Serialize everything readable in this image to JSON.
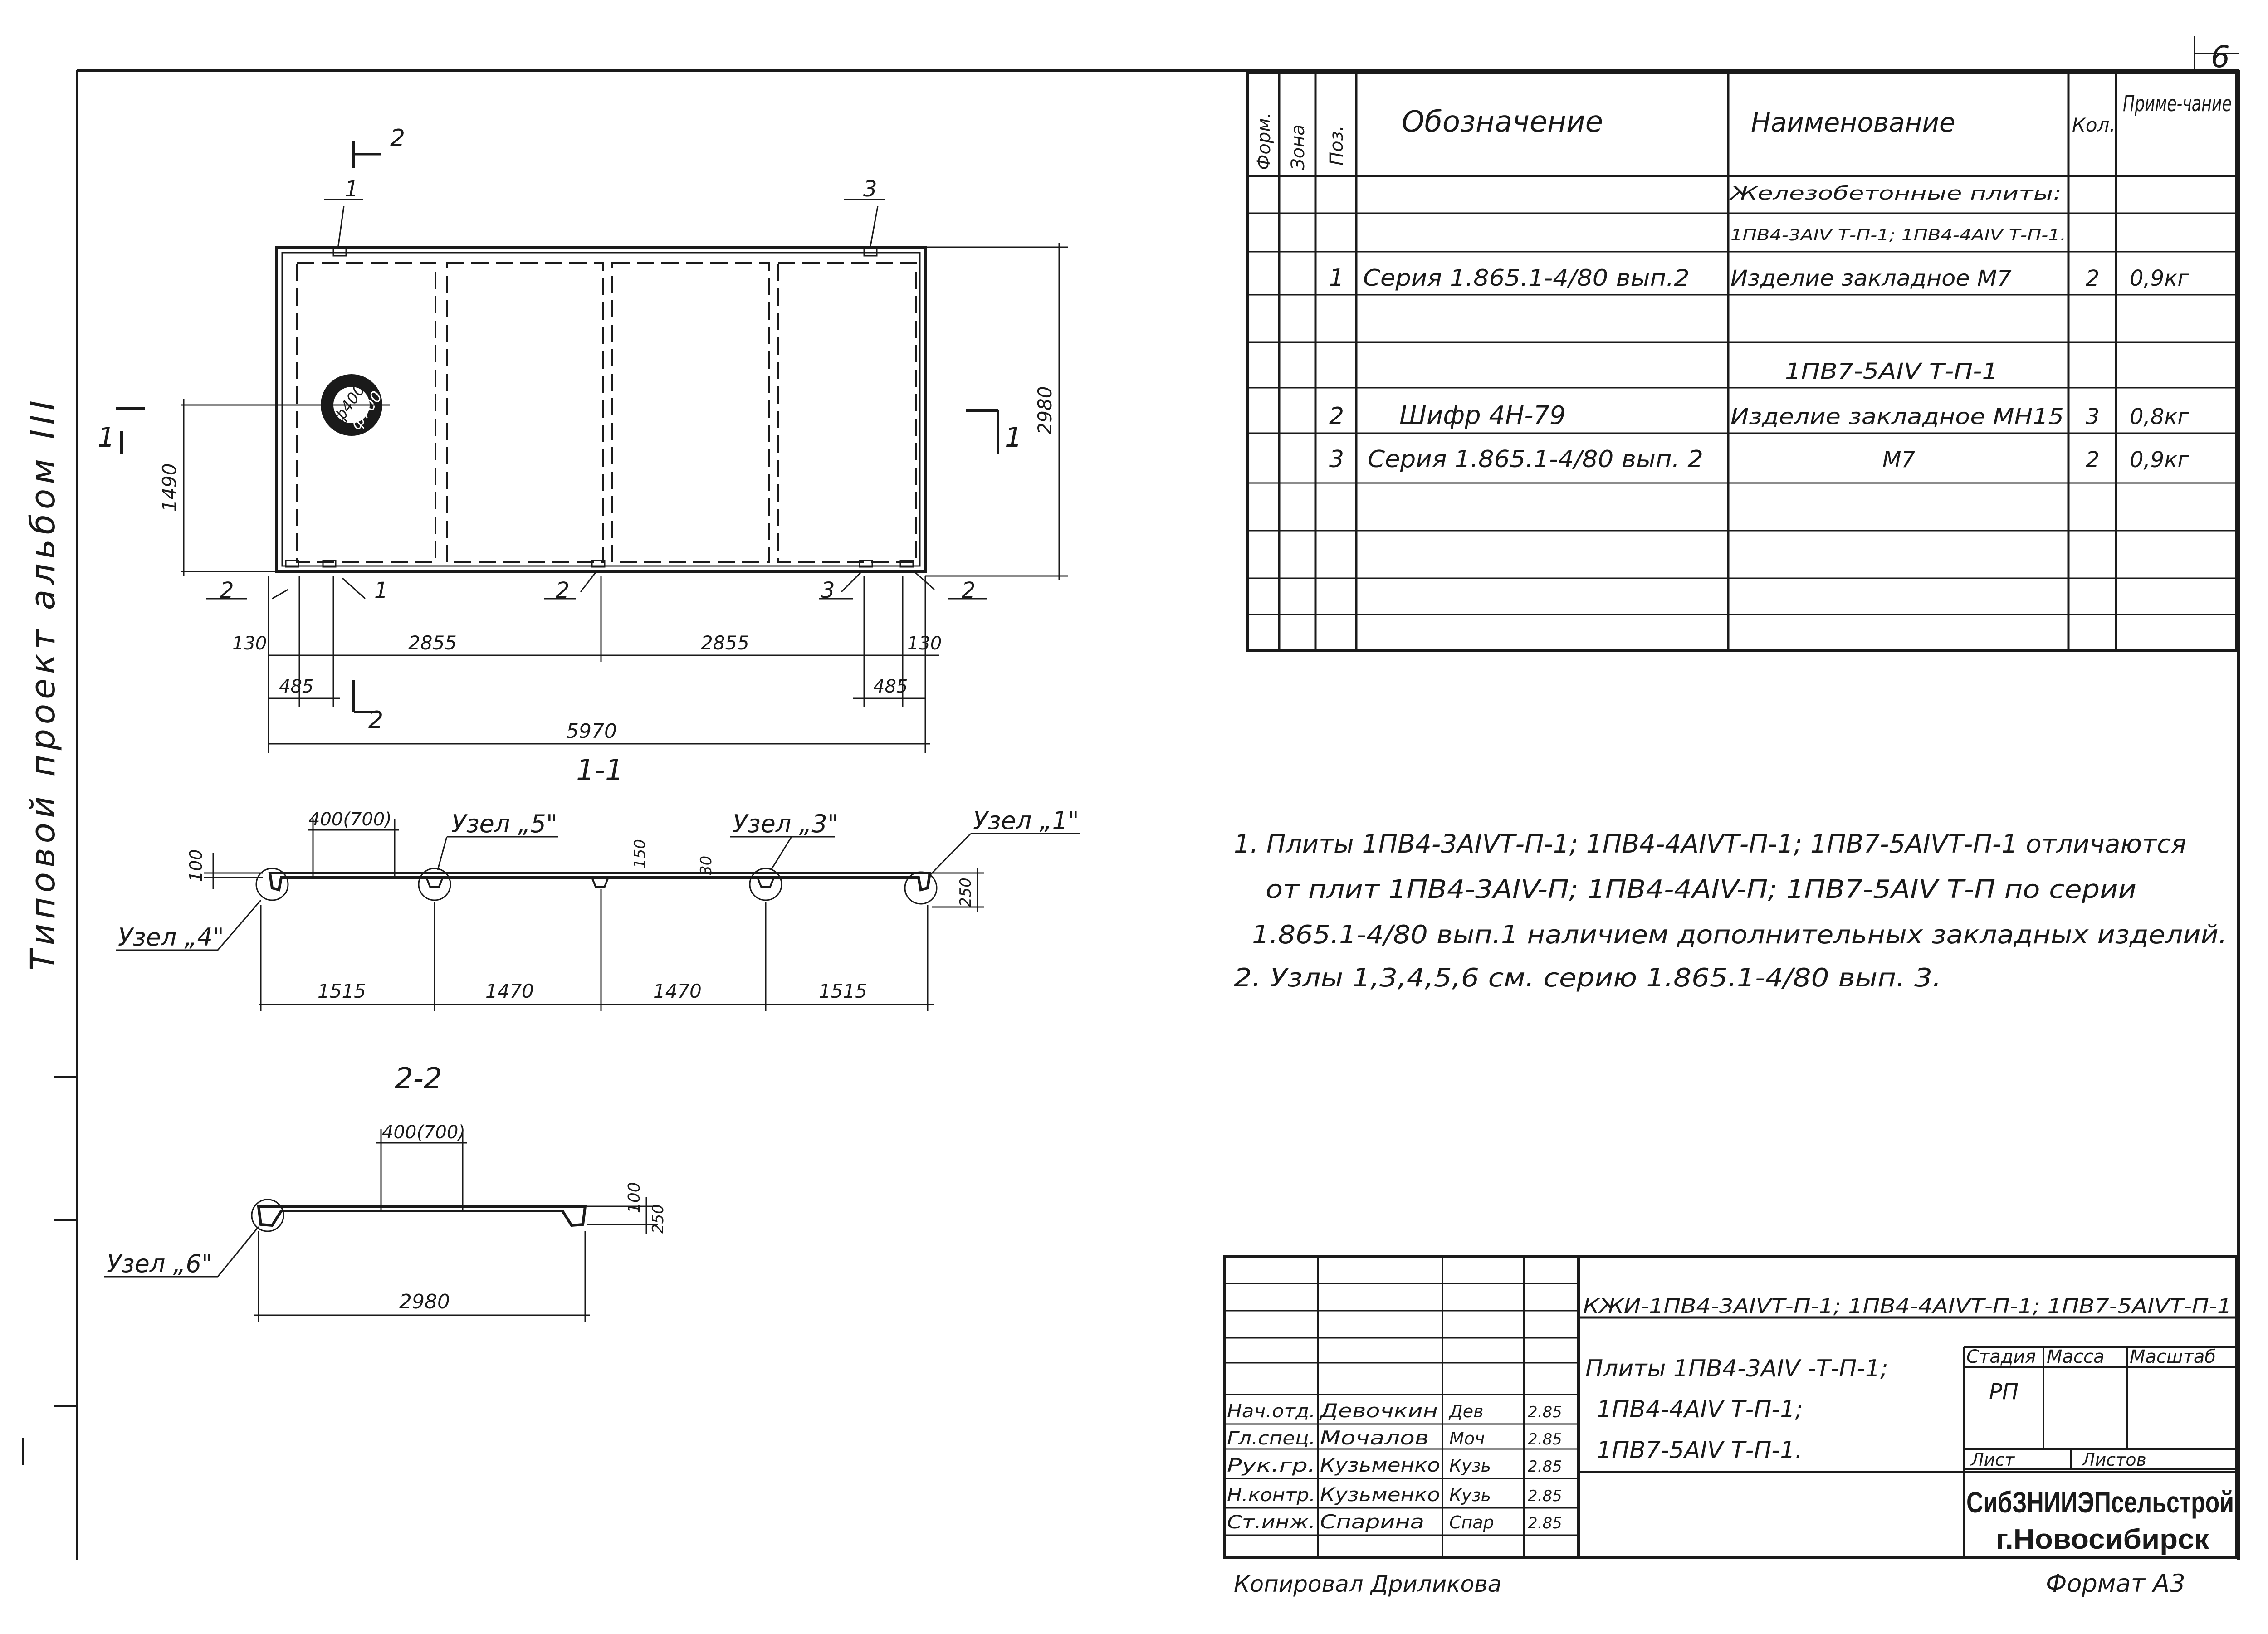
{
  "sheet": {
    "number": "6",
    "side_title": "Типовой проект альбом III",
    "copied_by": "Копировал  Дриликова",
    "format": "Формат  А3"
  },
  "plan": {
    "dimensions": {
      "overall_width": "5970",
      "span_left": "2855",
      "span_right": "2855",
      "edge_left": "130",
      "edge_right": "130",
      "offset_left": "485",
      "offset_right": "485",
      "height": "2980",
      "hole_axis": "1490",
      "hole_small": "ф400",
      "hole_large": "ф700"
    },
    "positions": {
      "p1_top": "1",
      "p3_top": "3",
      "p2_left": "2",
      "p1_bottom": "1",
      "p2_mid": "2",
      "p3_bottom": "3",
      "p2_right": "2"
    },
    "cuts": {
      "cut1_left": "1",
      "cut1_right": "1",
      "cut2_top": "2",
      "cut2_bottom": "2"
    }
  },
  "section_1_1": {
    "title": "1-1",
    "nodes": {
      "n5": "Узел „5\"",
      "n3": "Узел „3\"",
      "n1": "Узел „1\"",
      "n4": "Узел „4\""
    },
    "dims": {
      "rib": "400(700)",
      "d100": "100",
      "d150": "150",
      "d30": "30",
      "d250": "250",
      "s1": "1515",
      "s2": "1470",
      "s3": "1470",
      "s4": "1515"
    }
  },
  "section_2_2": {
    "title": "2-2",
    "node": "Узел „6\"",
    "dims": {
      "rib": "400(700)",
      "d100": "100",
      "d250": "250",
      "width": "2980"
    }
  },
  "spec_table": {
    "headers": {
      "form": "Форм.",
      "zone": "Зона",
      "pos": "Поз.",
      "designation": "Обозначение",
      "name": "Наименование",
      "qty": "Кол.",
      "note": "Приме-чание"
    },
    "rows": [
      {
        "pos": "",
        "designation": "",
        "name": "Железобетонные плиты:",
        "qty": "",
        "note": ""
      },
      {
        "pos": "",
        "designation": "",
        "name": "1ПВ4-3АIV Т-П-1; 1ПВ4-4АIV Т-П-1.",
        "qty": "",
        "note": ""
      },
      {
        "pos": "1",
        "designation": "Серия 1.865.1-4/80 вып.2",
        "name": "Изделие закладное М7",
        "qty": "2",
        "note": "0,9кг"
      },
      {
        "pos": "",
        "designation": "",
        "name": "",
        "qty": "",
        "note": ""
      },
      {
        "pos": "",
        "designation": "",
        "name": "1ПВ7-5АIV Т-П-1",
        "qty": "",
        "note": ""
      },
      {
        "pos": "2",
        "designation": "Шифр  4Н-79",
        "name": "Изделие закладное МН15",
        "qty": "3",
        "note": "0,8кг"
      },
      {
        "pos": "3",
        "designation": "Серия 1.865.1-4/80 вып. 2",
        "name": "М7",
        "qty": "2",
        "note": "0,9кг"
      },
      {
        "pos": "",
        "designation": "",
        "name": "",
        "qty": "",
        "note": ""
      },
      {
        "pos": "",
        "designation": "",
        "name": "",
        "qty": "",
        "note": ""
      },
      {
        "pos": "",
        "designation": "",
        "name": "",
        "qty": "",
        "note": ""
      }
    ]
  },
  "notes": [
    "1. Плиты 1ПВ4-3АIVТ-П-1; 1ПВ4-4АIVТ-П-1; 1ПВ7-5АIVТ-П-1 отличаются",
    "от плит 1ПВ4-3АIV-П; 1ПВ4-4АIV-П; 1ПВ7-5АIV Т-П по серии",
    "1.865.1-4/80 вып.1 наличием дополнительных закладных изделий.",
    "2. Узлы 1,3,4,5,6 см. серию  1.865.1-4/80  вып. 3."
  ],
  "title_block": {
    "code": "КЖИ-1ПВ4-3АIVТ-П-1; 1ПВ4-4АIVТ-П-1; 1ПВ7-5АIVТ-П-1",
    "title_lines": [
      "Плиты 1ПВ4-3АIV -Т-П-1;",
      "1ПВ4-4АIV Т-П-1;",
      "1ПВ7-5АIV Т-П-1."
    ],
    "stage_label": "Стадия",
    "mass_label": "Масса",
    "scale_label": "Масштаб",
    "stage_value": "РП",
    "sheet_label": "Лист",
    "sheets_label": "Листов",
    "org_line1": "СибЗНИИЭПсельстрой",
    "org_line2": "г.Новосибирск",
    "people": [
      {
        "role": "Нач.отд.",
        "name": "Девочкин",
        "sign": "Дев",
        "date": "2.85"
      },
      {
        "role": "Гл.спец.",
        "name": "Мочалов",
        "sign": "Моч",
        "date": "2.85"
      },
      {
        "role": "Рук.гр.",
        "name": "Кузьменко",
        "sign": "Кузь",
        "date": "2.85"
      },
      {
        "role": "Н.контр.",
        "name": "Кузьменко",
        "sign": "Кузь",
        "date": "2.85"
      },
      {
        "role": "Ст.инж.",
        "name": "Спарина",
        "sign": "Спар",
        "date": "2.85"
      }
    ]
  }
}
